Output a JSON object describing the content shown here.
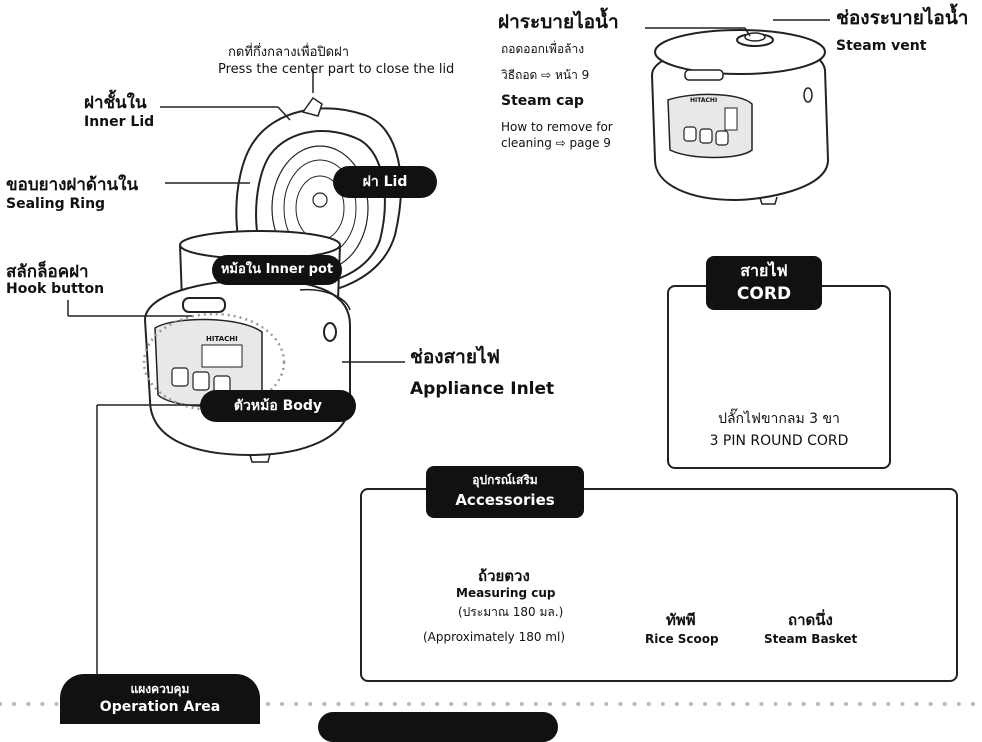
{
  "labels": {
    "press_center_th": "กดที่กึ่งกลางเพื่อปิดฝา",
    "press_center_en": "Press the center part to close the lid",
    "inner_lid_th": "ฝาชั้นใน",
    "inner_lid_en": "Inner Lid",
    "sealing_ring_th": "ขอบยางฝาด้านใน",
    "sealing_ring_en": "Sealing Ring",
    "hook_button_th": "สลักล็อคฝา",
    "hook_button_en": "Hook button",
    "lid_pill": "ฝา  Lid",
    "inner_pot_pill": "หม้อใน Inner pot",
    "body_pill": "ตัวหม้อ  Body",
    "appliance_inlet_th": "ช่องสายไฟ",
    "appliance_inlet_en": "Appliance Inlet",
    "steam_cap_th": "ฝาระบายไอน้ำ",
    "steam_cap_remove_th": "ถอดออกเพื่อล้าง",
    "steam_cap_page_th": "วิธีถอด ⇨ หน้า 9",
    "steam_cap_en": "Steam cap",
    "steam_cap_remove_en_1": "How to remove for",
    "steam_cap_remove_en_2": "cleaning ⇨ page 9",
    "steam_vent_th": "ช่องระบายไอน้ำ",
    "steam_vent_en": "Steam vent",
    "operation_area_th": "แผงควบคุม",
    "operation_area_en": "Operation Area",
    "brand": "HITACHI"
  },
  "cord": {
    "title_th": "สายไฟ",
    "title_en": "CORD",
    "desc_th": "ปลั๊กไฟขากลม 3 ขา",
    "desc_en": "3 PIN ROUND CORD"
  },
  "accessories": {
    "title_th": "อุปกรณ์เสริม",
    "title_en": "Accessories",
    "measuring_cup_th": "ถ้วยตวง",
    "measuring_cup_en": "Measuring cup",
    "measuring_cup_cap_th": "(ประมาณ 180 มล.)",
    "measuring_cup_cap_en": "(Approximately 180 ml)",
    "rice_scoop_th": "ทัพพี",
    "rice_scoop_en": "Rice Scoop",
    "steam_basket_th": "ถาดนึ่ง",
    "steam_basket_en": "Steam Basket"
  }
}
